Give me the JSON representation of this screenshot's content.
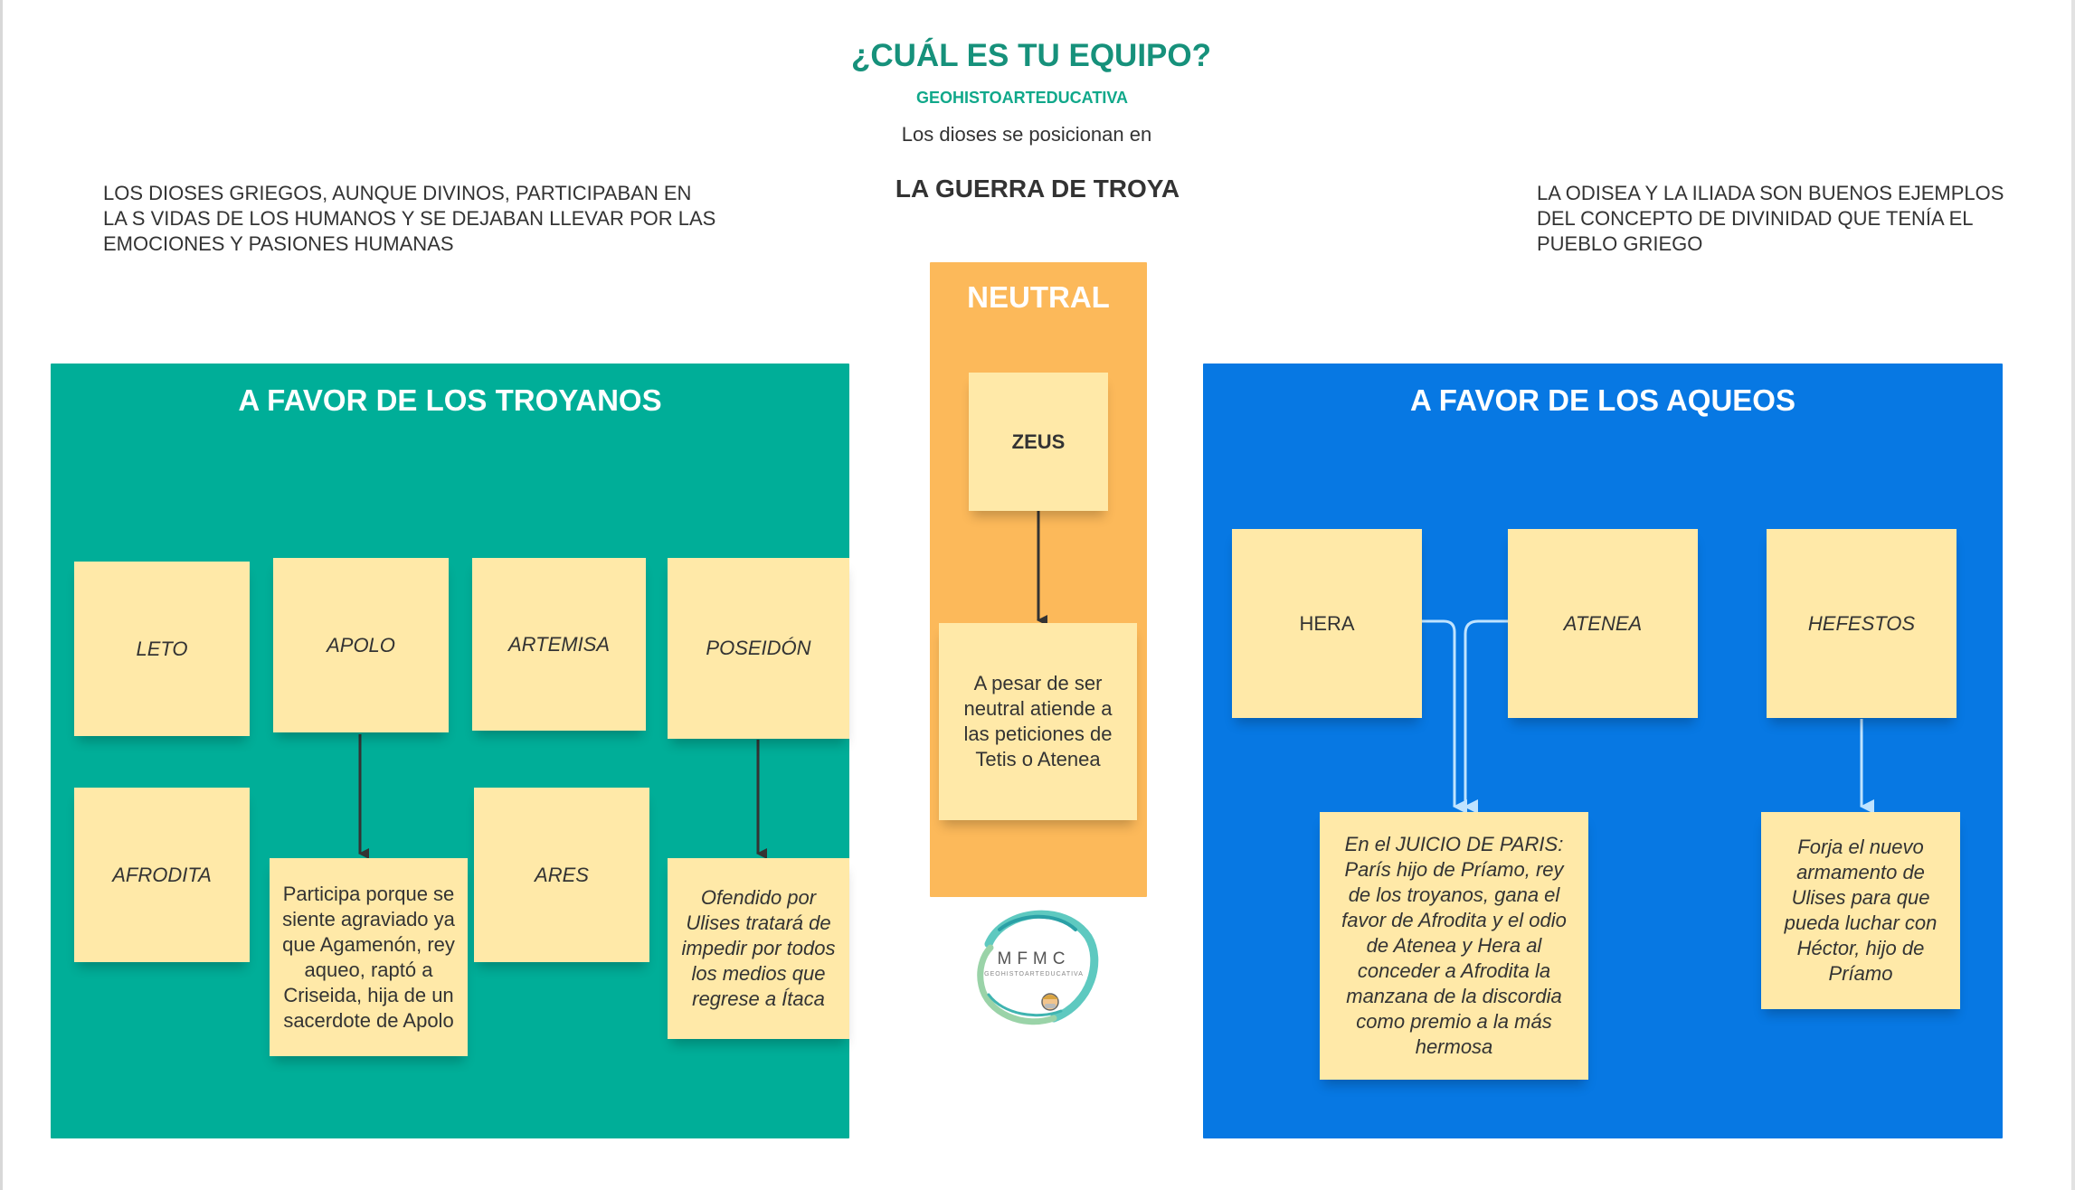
{
  "header": {
    "title": "¿CUÁL ES TU EQUIPO?",
    "subtitle": "GEOHISTOARTEDUCATIVA",
    "intro": "Los dioses se posicionan en",
    "war": "LA GUERRA DE TROYA"
  },
  "notes": {
    "left": "LOS DIOSES GRIEGOS, AUNQUE DIVINOS, PARTICIPABAN EN LA S VIDAS DE LOS HUMANOS Y SE DEJABAN LLEVAR POR LAS EMOCIONES Y PASIONES HUMANAS",
    "right": "LA ODISEA Y LA ILIADA SON BUENOS EJEMPLOS DEL CONCEPTO DE DIVINIDAD QUE TENÍA EL PUEBLO GRIEGO"
  },
  "troy": {
    "title": "A FAVOR DE LOS TROYANOS",
    "leto": "LETO",
    "apolo": "APOLO",
    "artemisa": "ARTEMISA",
    "poseidon": "POSEIDÓN",
    "afrodita": "AFRODITA",
    "ares": "ARES",
    "apolo_note": "Participa porque se siente agraviado ya que Agamenón, rey aqueo, raptó a Criseida, hija de un sacerdote de Apolo",
    "poseidon_note": "Ofendido por Ulises tratará de impedir por todos los medios que regrese a Ítaca"
  },
  "neutral": {
    "title": "NEUTRAL",
    "zeus": "ZEUS",
    "zeus_note": "A pesar de ser neutral atiende a las peticiones de Tetis o Atenea"
  },
  "achae": {
    "title": "A FAVOR DE LOS AQUEOS",
    "hera": "HERA",
    "atenea": "ATENEA",
    "hefestos": "HEFESTOS",
    "judgement_note": "En el JUICIO DE PARIS: París hijo de Príamo, rey de los troyanos, gana el favor de Afrodita y el odio de Atenea y Hera al conceder a Afrodita la manzana de la discordia como premio a la más hermosa",
    "hefestos_note": "Forja el nuevo armamento de Ulises para que pueda luchar con Héctor, hijo de Príamo"
  },
  "logo": {
    "text": "MFMC",
    "subtext": "GEOHISTOARTEDUCATIVA"
  },
  "colors": {
    "troy_panel": "#00ae98",
    "achae_panel": "#0778e3",
    "neutral_panel": "#fcb95a",
    "sticky": "#ffe9a8",
    "title_green": "#16917b"
  }
}
